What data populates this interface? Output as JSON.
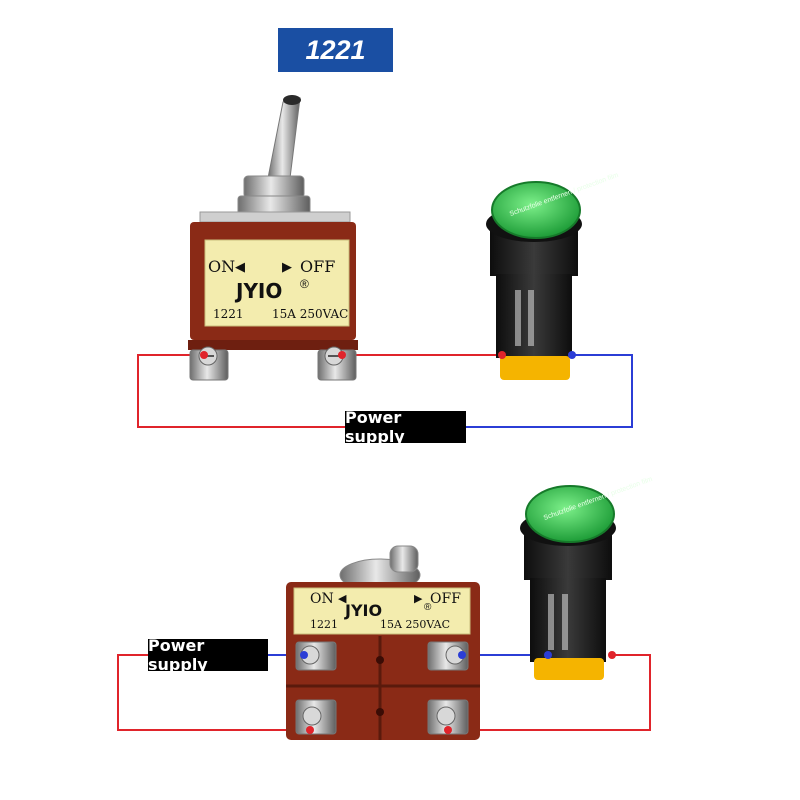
{
  "title": "1221",
  "power_supply_label": "Power supply",
  "switch": {
    "on_label": "ON",
    "off_label": "OFF",
    "brand": "JYIO",
    "model": "1221",
    "rating": "15A  250VAC",
    "on_arrow": "◀",
    "off_arrow": "▶"
  },
  "indicator": {
    "lens_text": "Schutzfolie entfernen / protection film"
  },
  "colors": {
    "wire_red": "#e0242b",
    "wire_blue": "#2b3dd6",
    "badge_blue": "#1a4fa3",
    "switch_body": "#8a2a16",
    "label_yellow": "#f3ecae",
    "lamp_green": "#2fb84a"
  }
}
